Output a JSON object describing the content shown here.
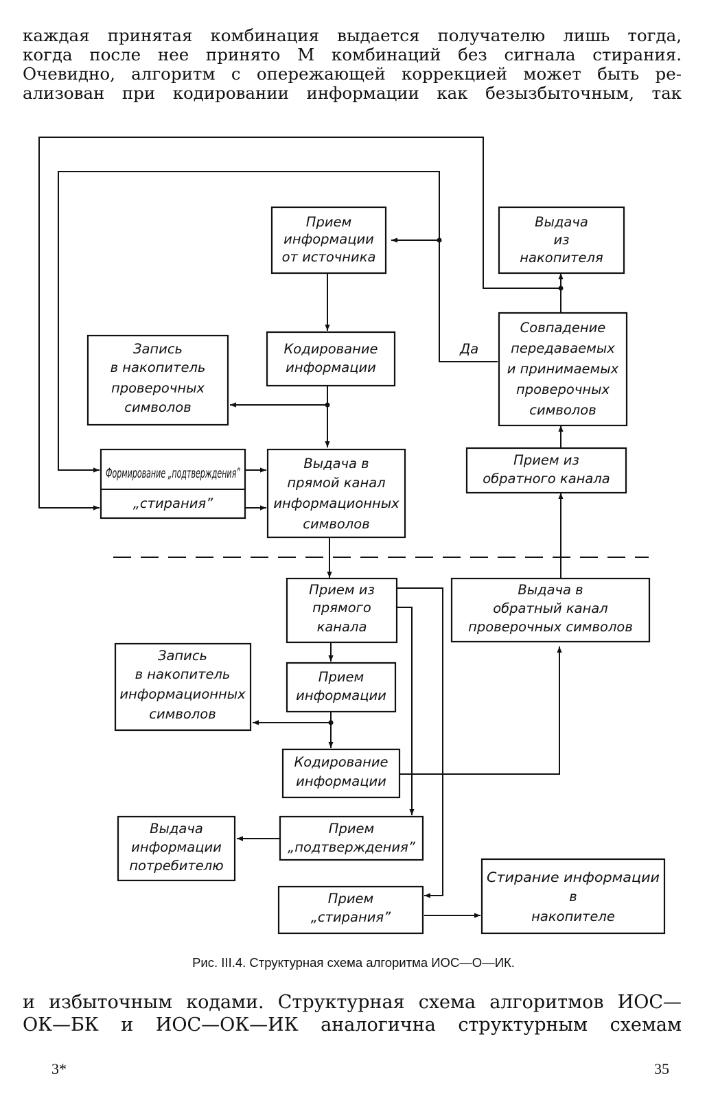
{
  "text_top": [
    "каждая принятая комбинация выдается получателю лишь тогда,",
    "когда после нее принято М комбинаций без сигнала стирания.",
    "Очевидно, алгоритм с опережающей коррекцией может быть ре-",
    "ализован при кодировании информации как безызбыточным, так"
  ],
  "diagram": {
    "source_receive": [
      "Прием",
      "информации",
      "от источника"
    ],
    "storage_output": [
      "Выдача",
      "из",
      "накопителя"
    ],
    "encode_tx": [
      "Кодирование",
      "информации"
    ],
    "write_check": [
      "Запись",
      "в накопитель",
      "проверочных",
      "символов"
    ],
    "match_check": [
      "Совпадение",
      "передаваемых",
      "и принимаемых",
      "проверочных",
      "символов"
    ],
    "yes_label": "Да",
    "form_confirm": "Формирование „подтверждения”",
    "form_erase": "„стирания”",
    "forward_out": [
      "Выдача в",
      "прямой канал",
      "информационных",
      "символов"
    ],
    "return_receive": [
      "Прием из",
      "обратного канала"
    ],
    "forward_receive": [
      "Прием из",
      "прямого",
      "канала"
    ],
    "return_out": [
      "Выдача в",
      "обратный канал",
      "проверочных символов"
    ],
    "write_info": [
      "Запись",
      "в накопитель",
      "информационных",
      "символов"
    ],
    "info_receive": [
      "Прием",
      "информации"
    ],
    "encode_rx": [
      "Кодирование",
      "информации"
    ],
    "consumer_out": [
      "Выдача",
      "информации",
      "потребителю"
    ],
    "confirm_receive": [
      "Прием",
      "„подтверждения”"
    ],
    "erase_receive": [
      "Прием",
      "„стирания”"
    ],
    "erase_storage": [
      "Стирание информации",
      "в",
      "накопителе"
    ]
  },
  "caption": "Рис. III.4. Структурная схема алгоритма ИОС—О—ИК.",
  "text_bottom": [
    "и избыточным кодами. Структурная схема алгоритмов ИОС—",
    "ОК—БК и ИОС—ОК—ИК аналогична структурным схемам"
  ],
  "page_mark": "3*",
  "page_number": "35"
}
